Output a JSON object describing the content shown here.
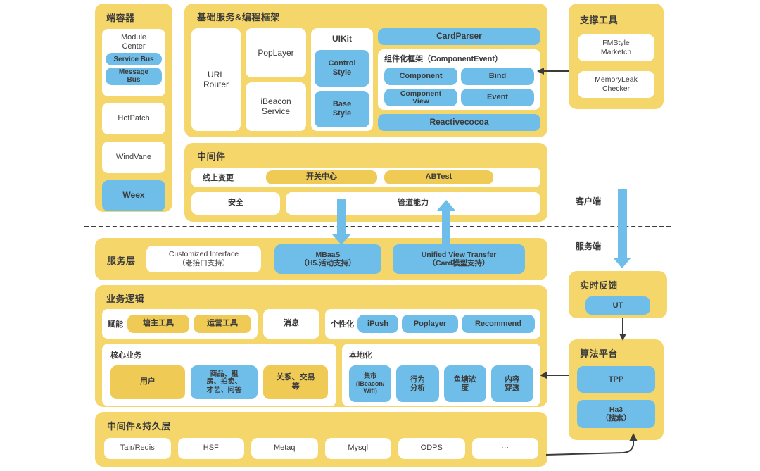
{
  "colors": {
    "panel_yellow": "#F5D66B",
    "pill_yellow": "#EFCB55",
    "pill_blue": "#6FBDE9",
    "text": "#3B3B3B"
  },
  "side_labels": {
    "client": "客户端",
    "server": "服务端"
  },
  "terminal": {
    "title": "端容器",
    "module_center": "Module\nCenter",
    "service_bus": "Service Bus",
    "message_bus": "Message\nBus",
    "hotpatch": "HotPatch",
    "windvane": "WindVane",
    "weex": "Weex"
  },
  "foundation": {
    "title": "基础服务&编程框架",
    "url_router": "URL\nRouter",
    "poplayer": "PopLayer",
    "ibeacon_service": "iBeacon\nService",
    "uikit": "UIKit",
    "control_style": "Control\nStyle",
    "base_style": "Base\nStyle",
    "cardparser": "CardParser",
    "component_framework": "组件化框架（ComponentEvent）",
    "component": "Component",
    "bind": "Bind",
    "component_view": "Component\nView",
    "event": "Event",
    "reactivecocoa": "Reactivecocoa"
  },
  "middleware": {
    "title": "中间件",
    "online_change": "线上变更",
    "switch_center": "开关中心",
    "abtest": "ABTest",
    "security": "安全",
    "pipeline": "管道能力"
  },
  "support": {
    "title": "支撑工具",
    "fmstyle_marketch": "FMStyle\nMarketch",
    "memoryleak_checker": "MemoryLeak\nChecker"
  },
  "service_layer": {
    "title": "服务层",
    "customized_interface": "Customized Interface\n（老接口支持）",
    "mbaas": "MBaaS\n（H5.活动支持）",
    "unified_view_transfer": "Unified View Transfer\n（Card模型支持）"
  },
  "business": {
    "title": "业务逻辑",
    "empower": "赋能",
    "pond_owner_tool": "塘主工具",
    "operation_tool": "运营工具",
    "message": "消息",
    "personalization": "个性化",
    "ipush": "iPush",
    "poplayer": "Poplayer",
    "recommend": "Recommend",
    "core_business": "核心业务",
    "user": "用户",
    "goods": "商品、租\n房、拍卖、\n才艺、问答",
    "relation": "关系、交易\n等",
    "localization": "本地化",
    "market": "集市\n(iBeacon/\nWifi)",
    "behavior_analysis": "行为\n分析",
    "pond_density": "鱼塘浓\n度",
    "content_penetration": "内容\n穿透"
  },
  "persistence": {
    "title": "中间件&持久层",
    "items": [
      "Tair/Redis",
      "HSF",
      "Metaq",
      "Mysql",
      "ODPS",
      "···"
    ]
  },
  "feedback": {
    "title": "实时反馈",
    "ut": "UT"
  },
  "algorithm": {
    "title": "算法平台",
    "tpp": "TPP",
    "ha3": "Ha3\n（搜索）"
  }
}
